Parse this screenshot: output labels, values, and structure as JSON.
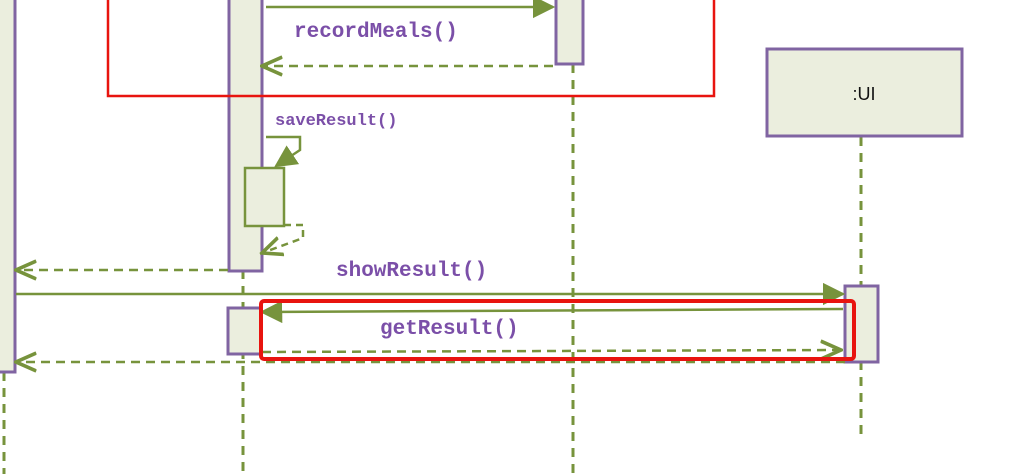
{
  "lifelines": [
    {
      "id": "ui",
      "label": ":UI"
    }
  ],
  "messages": [
    {
      "id": "record-meals",
      "label": "recordMeals()"
    },
    {
      "id": "save-result",
      "label": "saveResult()"
    },
    {
      "id": "show-result",
      "label": "showResult()"
    },
    {
      "id": "get-result",
      "label": "getResult()"
    }
  ],
  "colors": {
    "activation_fill": "#ebeede",
    "activation_stroke": "#8064a2",
    "message_line": "#77933c",
    "label_text": "#7b4fa8",
    "highlight_box": "#e8140f"
  }
}
